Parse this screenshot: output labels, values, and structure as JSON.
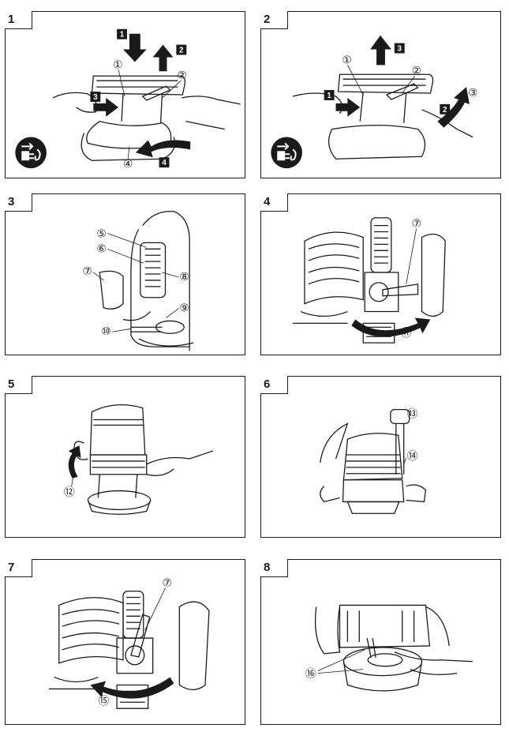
{
  "panels": [
    {
      "number": "1",
      "callouts": [
        "①",
        "②",
        "④"
      ],
      "step_badges": [
        "1",
        "2",
        "3",
        "4"
      ]
    },
    {
      "number": "2",
      "callouts": [
        "①",
        "②",
        "③"
      ],
      "step_badges": [
        "1",
        "2",
        "3"
      ]
    },
    {
      "number": "3",
      "callouts": [
        "⑤",
        "⑥",
        "⑦",
        "⑧",
        "⑨",
        "⑩"
      ]
    },
    {
      "number": "4",
      "callouts": [
        "⑦",
        "⑪"
      ]
    },
    {
      "number": "5",
      "callouts": [
        "⑫"
      ]
    },
    {
      "number": "6",
      "callouts": [
        "⑬",
        "⑭"
      ]
    },
    {
      "number": "7",
      "callouts": [
        "⑦",
        "⑮"
      ]
    },
    {
      "number": "8",
      "callouts": [
        "⑯"
      ]
    }
  ]
}
